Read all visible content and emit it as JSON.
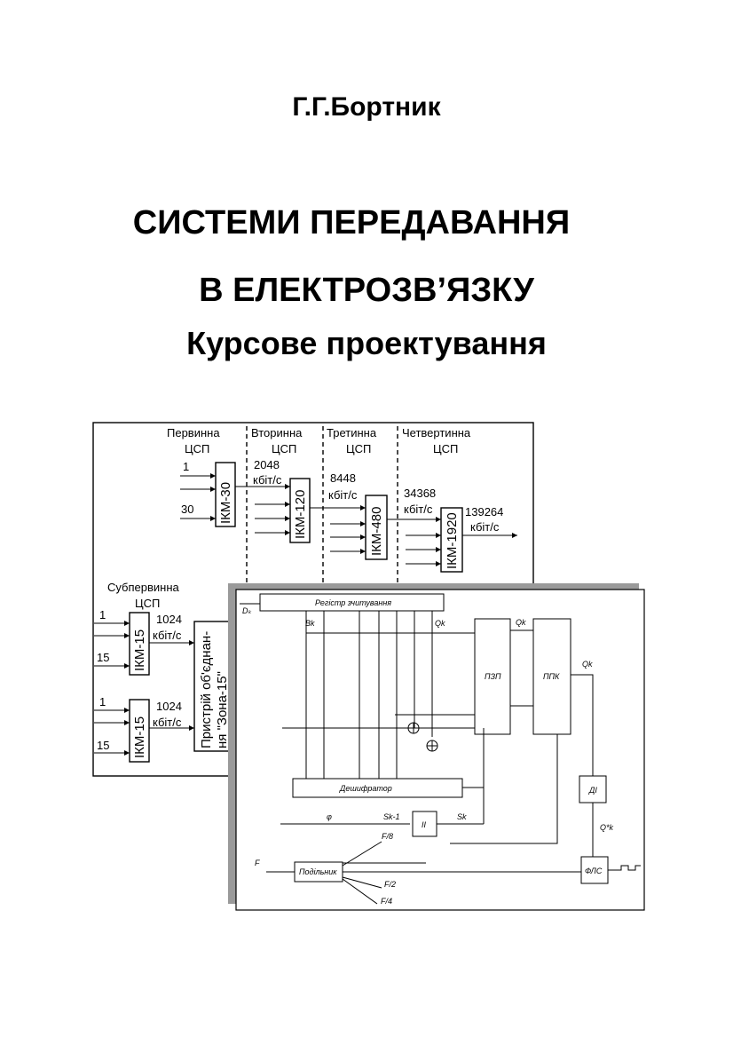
{
  "author": "Г.Г.Бортник",
  "title_line1": "СИСТЕМИ ПЕРЕДАВАННЯ",
  "title_line2": "В  ЕЛЕКТРОЗВ’ЯЗКУ",
  "title_line3": "Курсове проектування",
  "diagram1": {
    "headers": {
      "primary": "Первинна",
      "secondary": "Вторинна",
      "tertiary": "Третинна",
      "quaternary": "Четвертинна",
      "csp": "ЦСП",
      "subprimary": "Субпервинна"
    },
    "blocks": {
      "ikm30": "ІКМ-30",
      "ikm120": "ІКМ-120",
      "ikm480": "ІКМ-480",
      "ikm1920": "ІКМ-1920",
      "ikm15": "ІКМ-15",
      "combiner_line1": "Пристрій об'єднан-",
      "combiner_line2": "ня \"Зона-15\""
    },
    "rates": {
      "r2048": "2048",
      "r8448": "8448",
      "r34368": "34368",
      "r139264": "139264",
      "r1024": "1024",
      "unit": "кбіт/с"
    },
    "inputs": {
      "one": "1",
      "thirty": "30",
      "fifteen": "15"
    }
  },
  "diagram2": {
    "register": "Регістр зчитування",
    "pzp": "ПЗП",
    "ppk": "ППК",
    "decoder": "Дешифратор",
    "divider": "Подільник",
    "fdc": "ФЛС",
    "di": "ДІ",
    "ii": "ІІ",
    "labels": {
      "dk": "Dₖ",
      "bk": "Bk",
      "qk": "Qk",
      "sk1": "Sk-1",
      "sk": "Sk",
      "f8": "F/8",
      "f2": "F/2",
      "f4": "F/4",
      "f": "F",
      "phi": "φ",
      "qstar": "Q*k"
    }
  }
}
